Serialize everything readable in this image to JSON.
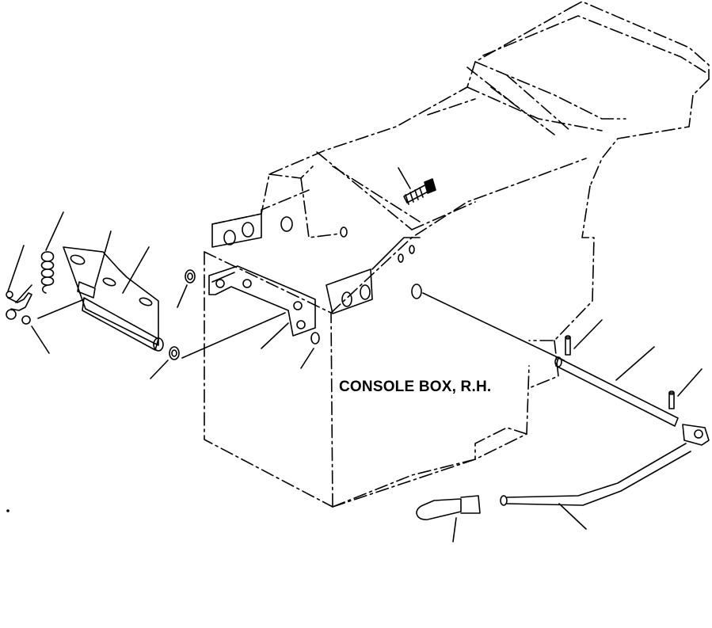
{
  "diagram": {
    "caption": "CONSOLE BOX, R.H.",
    "line_color": "#000000",
    "background": "#ffffff"
  },
  "parts": [
    {
      "name": "bolt-washer-assembly"
    },
    {
      "name": "tension-spring"
    },
    {
      "name": "hinge-plate"
    },
    {
      "name": "hinge-shaft"
    },
    {
      "name": "collar"
    },
    {
      "name": "bushing"
    },
    {
      "name": "mounting-bracket"
    },
    {
      "name": "mounting-bolt"
    },
    {
      "name": "pin"
    },
    {
      "name": "lever-shaft"
    },
    {
      "name": "lever"
    },
    {
      "name": "knob"
    }
  ]
}
